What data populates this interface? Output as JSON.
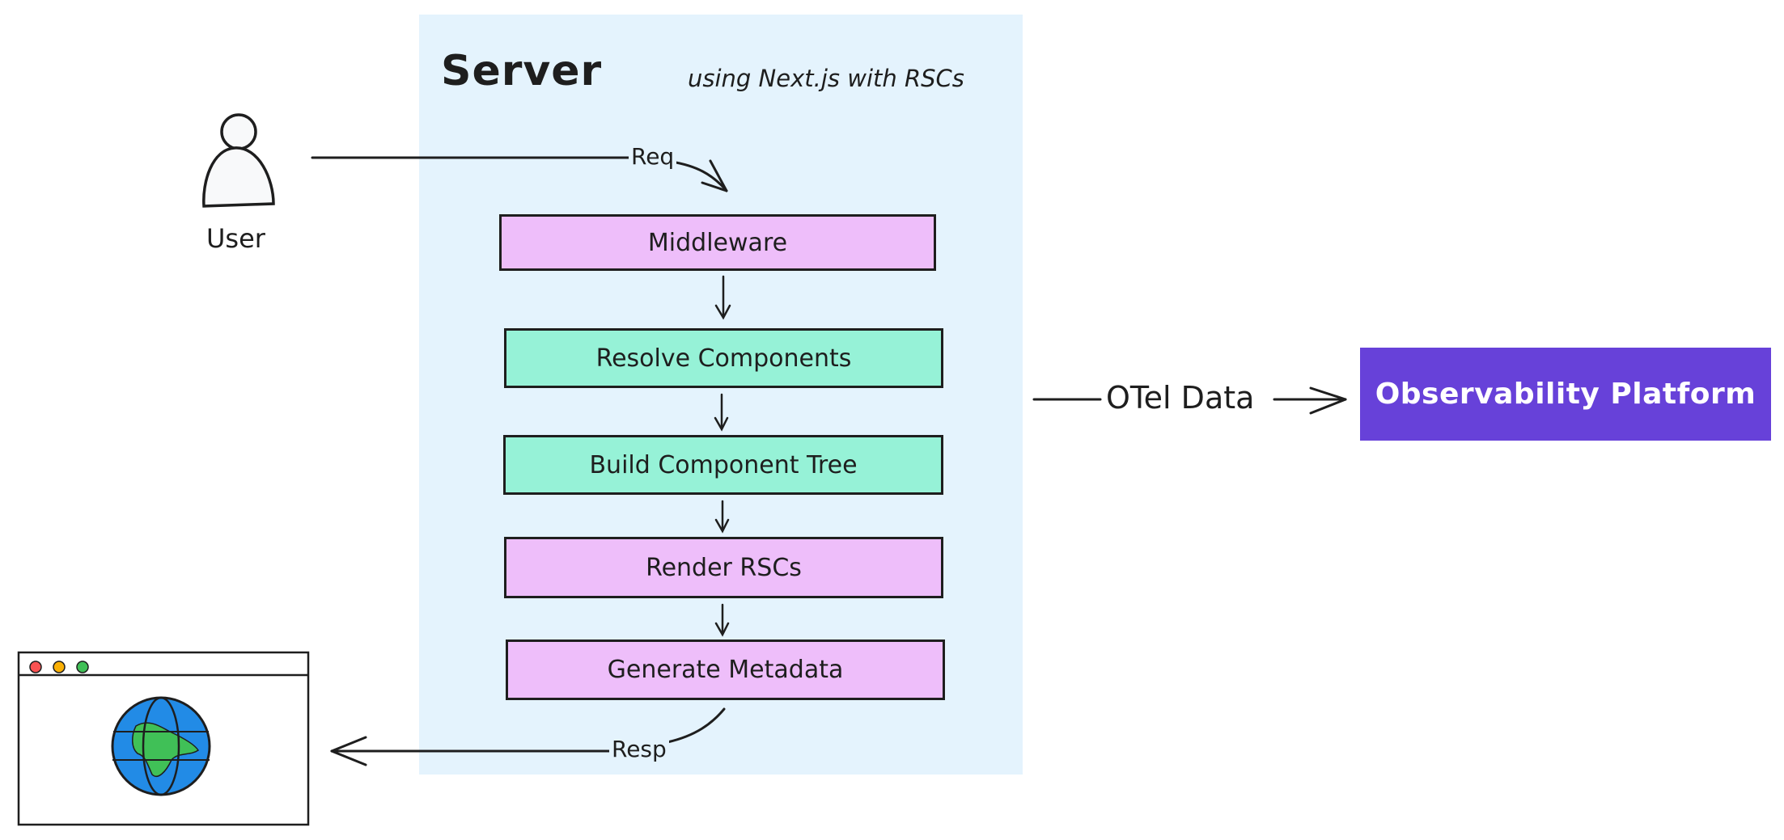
{
  "server": {
    "title": "Server",
    "subtitle": "using Next.js with RSCs"
  },
  "user": {
    "label": "User"
  },
  "steps": [
    {
      "label": "Middleware",
      "color": "#eebefa"
    },
    {
      "label": "Resolve Components",
      "color": "#96f2d7"
    },
    {
      "label": "Build Component Tree",
      "color": "#96f2d7"
    },
    {
      "label": "Render RSCs",
      "color": "#eebefa"
    },
    {
      "label": "Generate Metadata",
      "color": "#eebefa"
    }
  ],
  "arrows": {
    "request_label": "Req",
    "response_label": "Resp",
    "otel_label": "OTel Data"
  },
  "platform": {
    "label": "Observability Platform",
    "color": "#6741d9"
  },
  "colors": {
    "server_background": "#e4f3fd",
    "stroke": "#1e1e1e"
  }
}
